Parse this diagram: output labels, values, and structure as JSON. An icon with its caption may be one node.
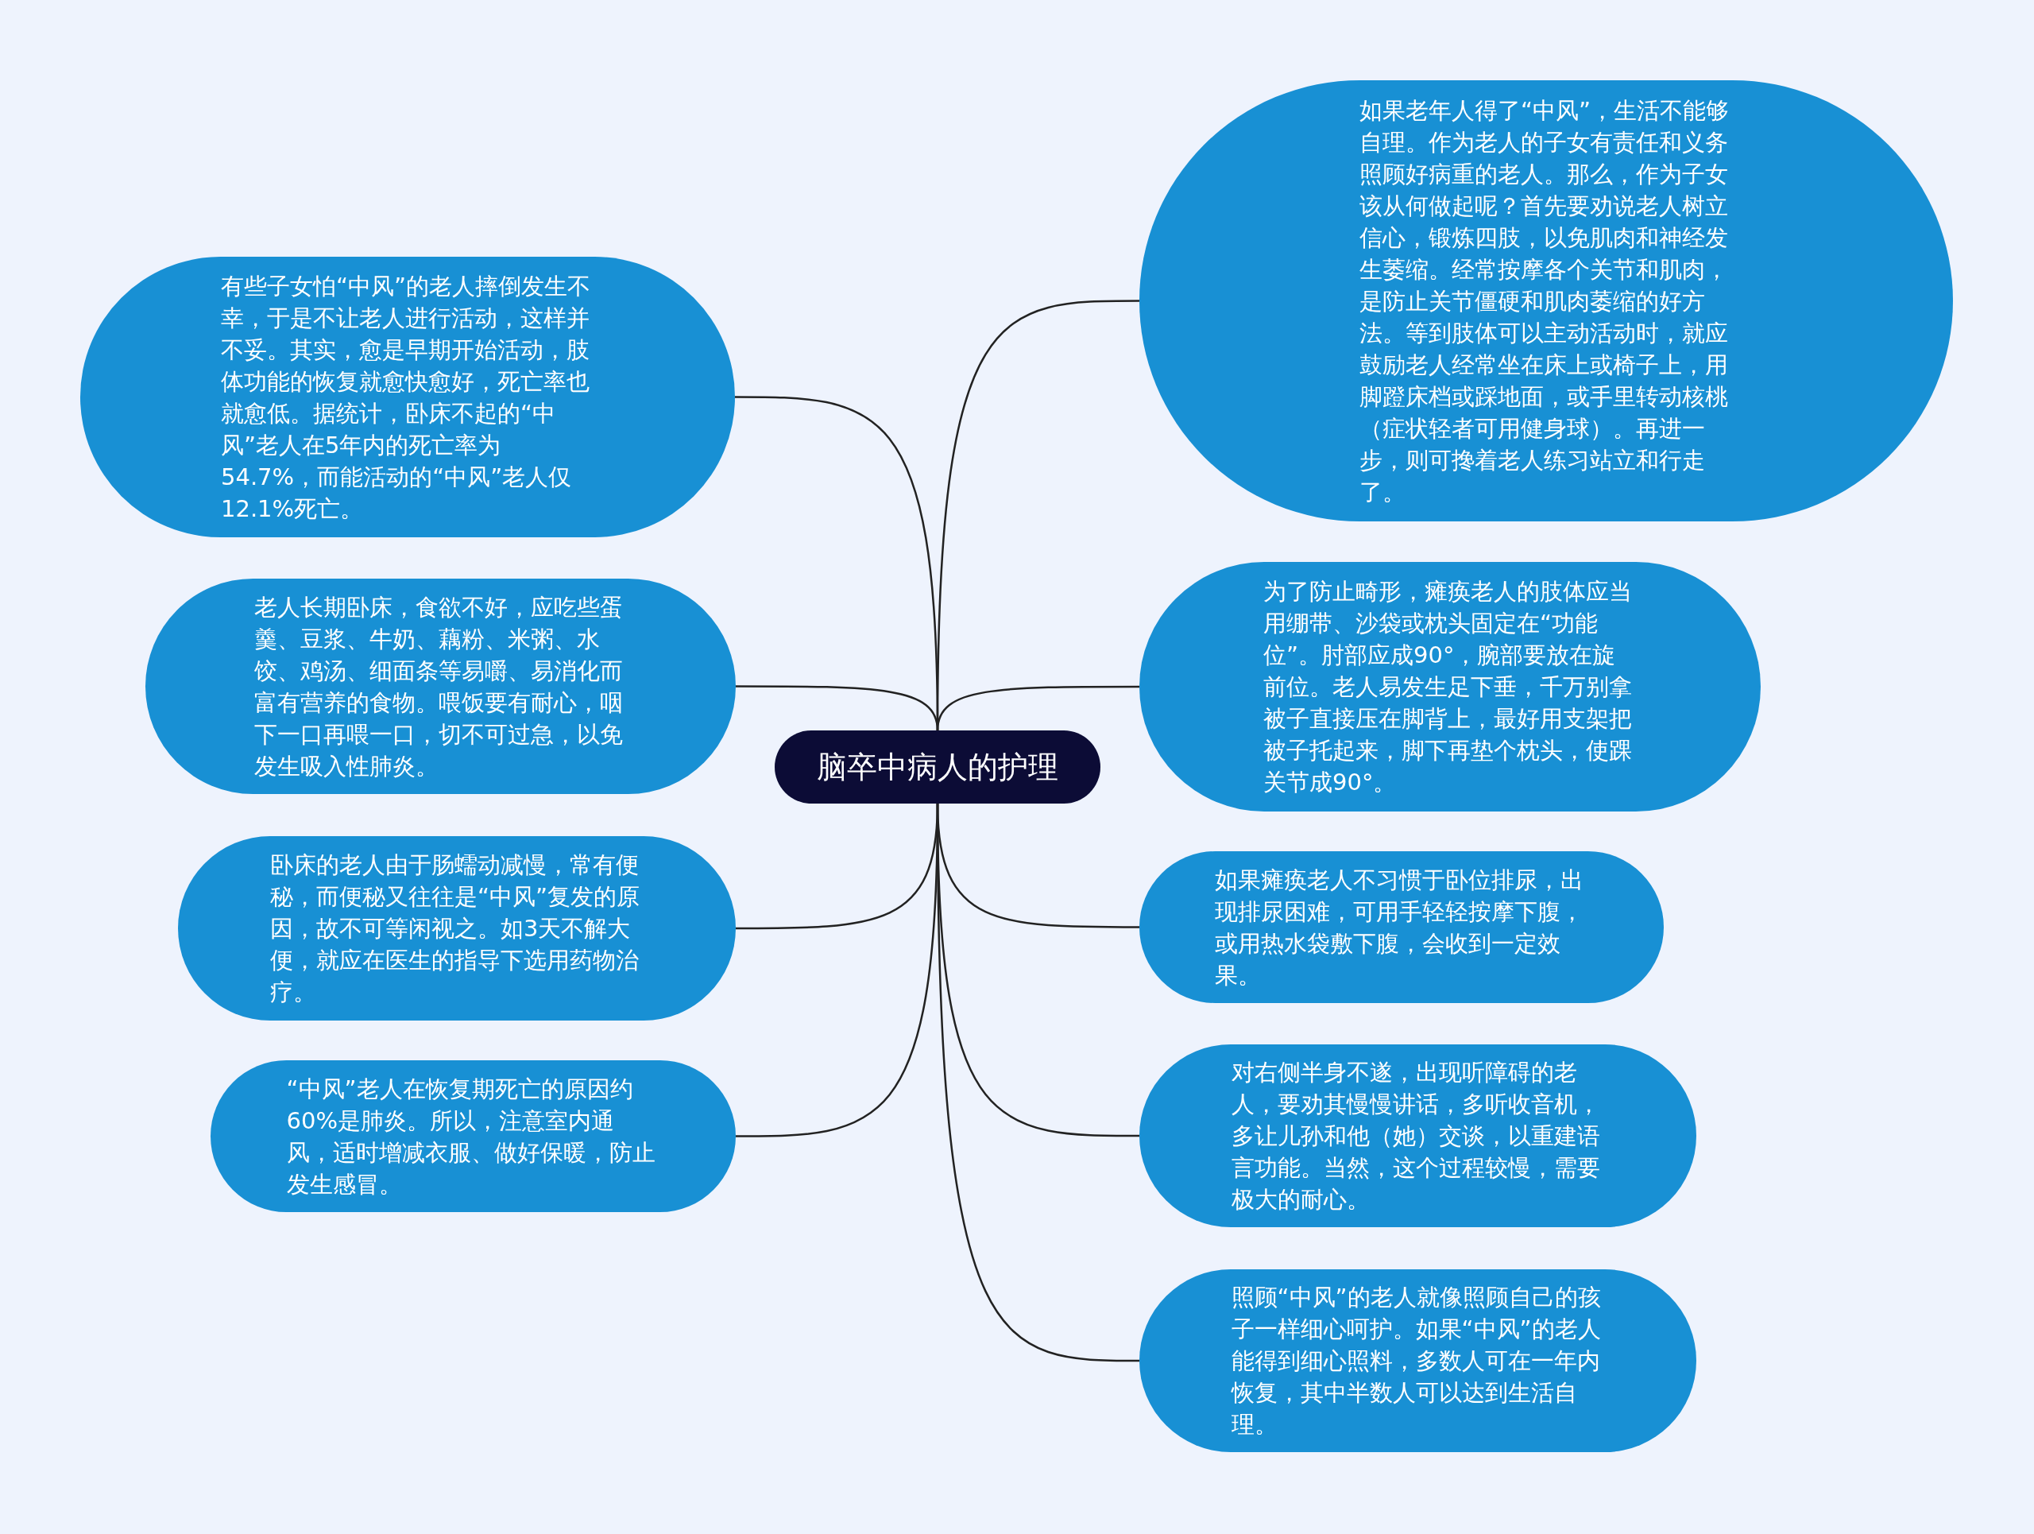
{
  "diagram": {
    "nodes": [
      {
        "text": [
          "脑卒中病人的护理"
        ]
      },
      {
        "text": [
          "有些子女怕“中风”的老人摔倒发生不幸，于是不让老人进行活动，这样并不妥。其实，愈是早期开始活动，肢体功能的恢复就愈快愈好，死亡率也就愈低。据统计，卧床不起的“中风”老人在5年内的死亡率为54.7%，而能活动的“中风”老人仅12.1%死亡。"
        ]
      },
      {
        "text": [
          "老人长期卧床，食欲不好，应吃些蛋羹、豆浆、牛奶、藕粉、米粥、水饺、鸡汤、细面条等易嚼、易消化而富有营养的食物。喂饭要有耐心，咽下一口再喂一口，切不可过急，以免发生吸入性肺炎。"
        ]
      },
      {
        "text": [
          "卧床的老人由于肠蠕动减慢，常有便秘，而便秘又往往是“中风”复发的原因，故不可等闲视之。如3天不解大便，就应在医生的指导下选用药物治疗。"
        ]
      },
      {
        "text": [
          "“中风”老人在恢复期死亡的原因约60%是肺炎。所以，注意室内通风，适时增减衣服、做好保暖，防止发生感冒。"
        ]
      },
      {
        "text": [
          "如果老年人得了“中风”，生活不能够自理。作为老人的子女有责任和义务照顾好病重的老人。那么，作为子女该从何做起呢？首先要劝说老人树立信心，锻炼四肢，以免肌肉和神经发生萎缩。经常按摩各个关节和肌肉，是防止关节僵硬和肌肉萎缩的好方法。等到肢体可以主动活动时，就应鼓励老人经常坐在床上或椅子上，用脚蹬床档或踩地面，或手里转动核桃（症状轻者可用健身球）。再进一步，则可搀着老人练习站立和行走了。"
        ]
      },
      {
        "text": [
          "为了防止畸形，瘫痪老人的肢体应当用绷带、沙袋或枕头固定在“功能位”。肘部应成90°，腕部要放在旋前位。老人易发生足下垂，千万别拿被子直接压在脚背上，最好用支架把被子托起来，脚下再垫个枕头，使踝关节成90°。"
        ]
      },
      {
        "text": [
          "如果瘫痪老人不习惯于卧位排尿，出现排尿困难，可用手轻轻按摩下腹，或用热水袋敷下腹，会收到一定效果。"
        ]
      },
      {
        "text": [
          "对右侧半身不遂，出现听障碍的老人，要劝其慢慢讲话，多听收音机，多让儿孙和他（她）交谈，以重建语言功能。当然，这个过程较慢，需要极大的耐心。"
        ]
      },
      {
        "text": [
          "照顾“中风”的老人就像照顾自己的孩子一样细心呵护。如果“中风”的老人能得到细心照料，多数人可在一年内恢复，其中半数人可以达到生活自理。"
        ]
      }
    ],
    "edges": [
      {
        "from": 0,
        "to": 1,
        "arrow": "none"
      },
      {
        "from": 0,
        "to": 2,
        "arrow": "none"
      },
      {
        "from": 0,
        "to": 3,
        "arrow": "none"
      },
      {
        "from": 0,
        "to": 4,
        "arrow": "none"
      },
      {
        "from": 0,
        "to": 5,
        "arrow": "none"
      },
      {
        "from": 0,
        "to": 6,
        "arrow": "none"
      },
      {
        "from": 0,
        "to": 7,
        "arrow": "none"
      },
      {
        "from": 0,
        "to": 8,
        "arrow": "none"
      },
      {
        "from": 0,
        "to": 9,
        "arrow": "none"
      }
    ]
  }
}
